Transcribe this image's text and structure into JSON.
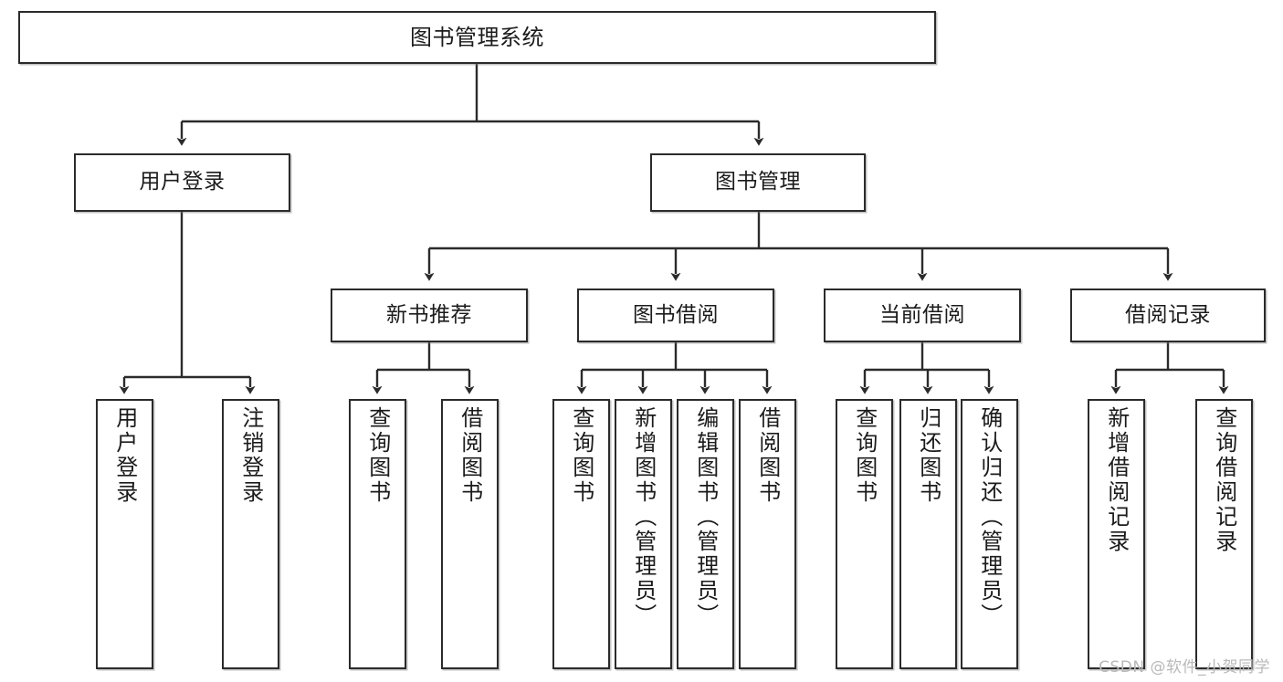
{
  "diagram": {
    "type": "tree",
    "title": "图书管理系统",
    "style": {
      "box_border_color": "#2b2b2b",
      "box_fill_color": "#ffffff",
      "edge_color": "#2b2b2b",
      "background_color": "#ffffff",
      "watermark_color": "#b9b9b9"
    },
    "watermark": "CSDN @软件_小贺同学",
    "nodes": {
      "root": {
        "label": "图书管理系统"
      },
      "level2": [
        {
          "id": "user-login",
          "label": "用户登录"
        },
        {
          "id": "book-manage",
          "label": "图书管理"
        }
      ],
      "level3": [
        {
          "id": "new-book-recommend",
          "label": "新书推荐"
        },
        {
          "id": "book-borrow",
          "label": "图书借阅"
        },
        {
          "id": "current-borrow",
          "label": "当前借阅"
        },
        {
          "id": "borrow-record",
          "label": "借阅记录"
        }
      ],
      "leaves": {
        "user_login": [
          {
            "id": "leaf-user-login",
            "label": "用户登录"
          },
          {
            "id": "leaf-logout-login",
            "label": "注销登录"
          }
        ],
        "new_book_recommend": [
          {
            "id": "leaf-query-book-1",
            "label": "查询图书"
          },
          {
            "id": "leaf-borrow-book-1",
            "label": "借阅图书"
          }
        ],
        "book_borrow": [
          {
            "id": "leaf-query-book-2",
            "label": "查询图书"
          },
          {
            "id": "leaf-add-book",
            "label": "新增图书（管理员）"
          },
          {
            "id": "leaf-edit-book",
            "label": "编辑图书（管理员）"
          },
          {
            "id": "leaf-borrow-book-2",
            "label": "借阅图书"
          }
        ],
        "current_borrow": [
          {
            "id": "leaf-query-book-3",
            "label": "查询图书"
          },
          {
            "id": "leaf-return-book",
            "label": "归还图书"
          },
          {
            "id": "leaf-confirm-return",
            "label": "确认归还（管理员）"
          }
        ],
        "borrow_record": [
          {
            "id": "leaf-add-record",
            "label": "新增借阅记录"
          },
          {
            "id": "leaf-query-record",
            "label": "查询借阅记录"
          }
        ]
      }
    }
  }
}
